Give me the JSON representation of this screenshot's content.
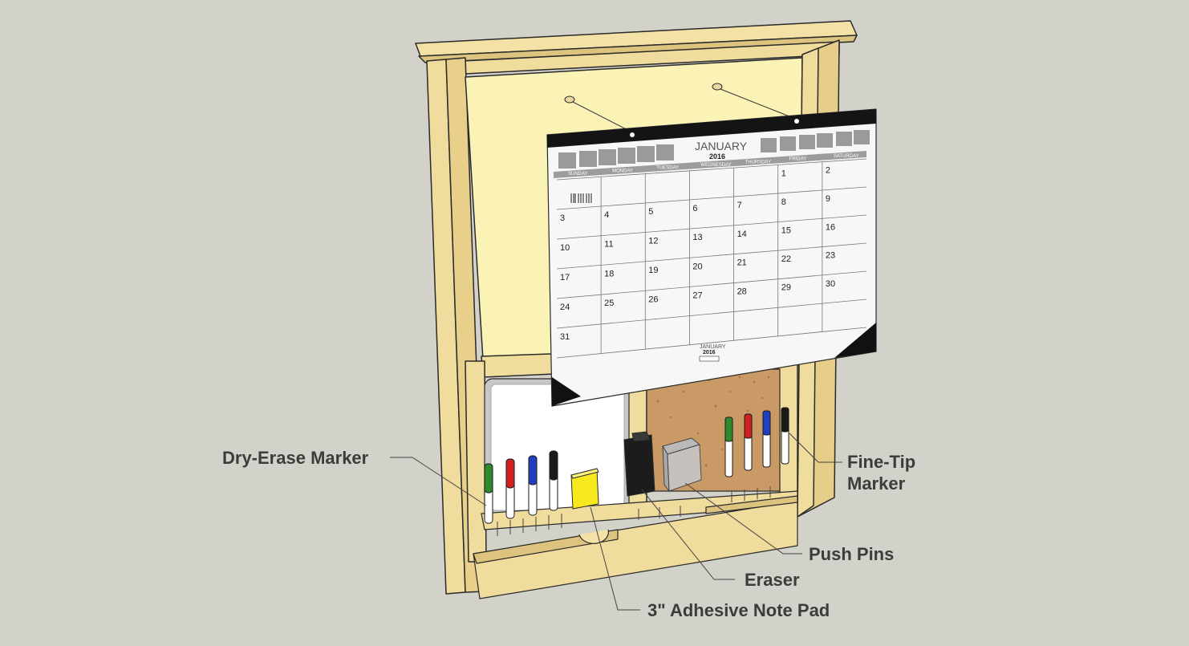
{
  "calendar": {
    "month": "JANUARY",
    "year": "2016",
    "weekdays": [
      "SUNDAY",
      "MONDAY",
      "TUESDAY",
      "WEDNESDAY",
      "THURSDAY",
      "FRIDAY",
      "SATURDAY"
    ],
    "footer_month": "JANUARY",
    "footer_year": "2016"
  },
  "callouts": {
    "dry_erase": "Dry-Erase Marker",
    "fine_tip_1": "Fine-Tip",
    "fine_tip_2": "Marker",
    "push_pins": "Push Pins",
    "eraser": "Eraser",
    "note_pad": "3\" Adhesive Note Pad"
  },
  "colors": {
    "background": "#d3d2ca",
    "wood": "#f0dc9c",
    "wood_shade": "#dcc37e",
    "corkboard_back": "#fbf3b6",
    "cork": "#c99a66",
    "note_pad": "#f7ea1c"
  }
}
